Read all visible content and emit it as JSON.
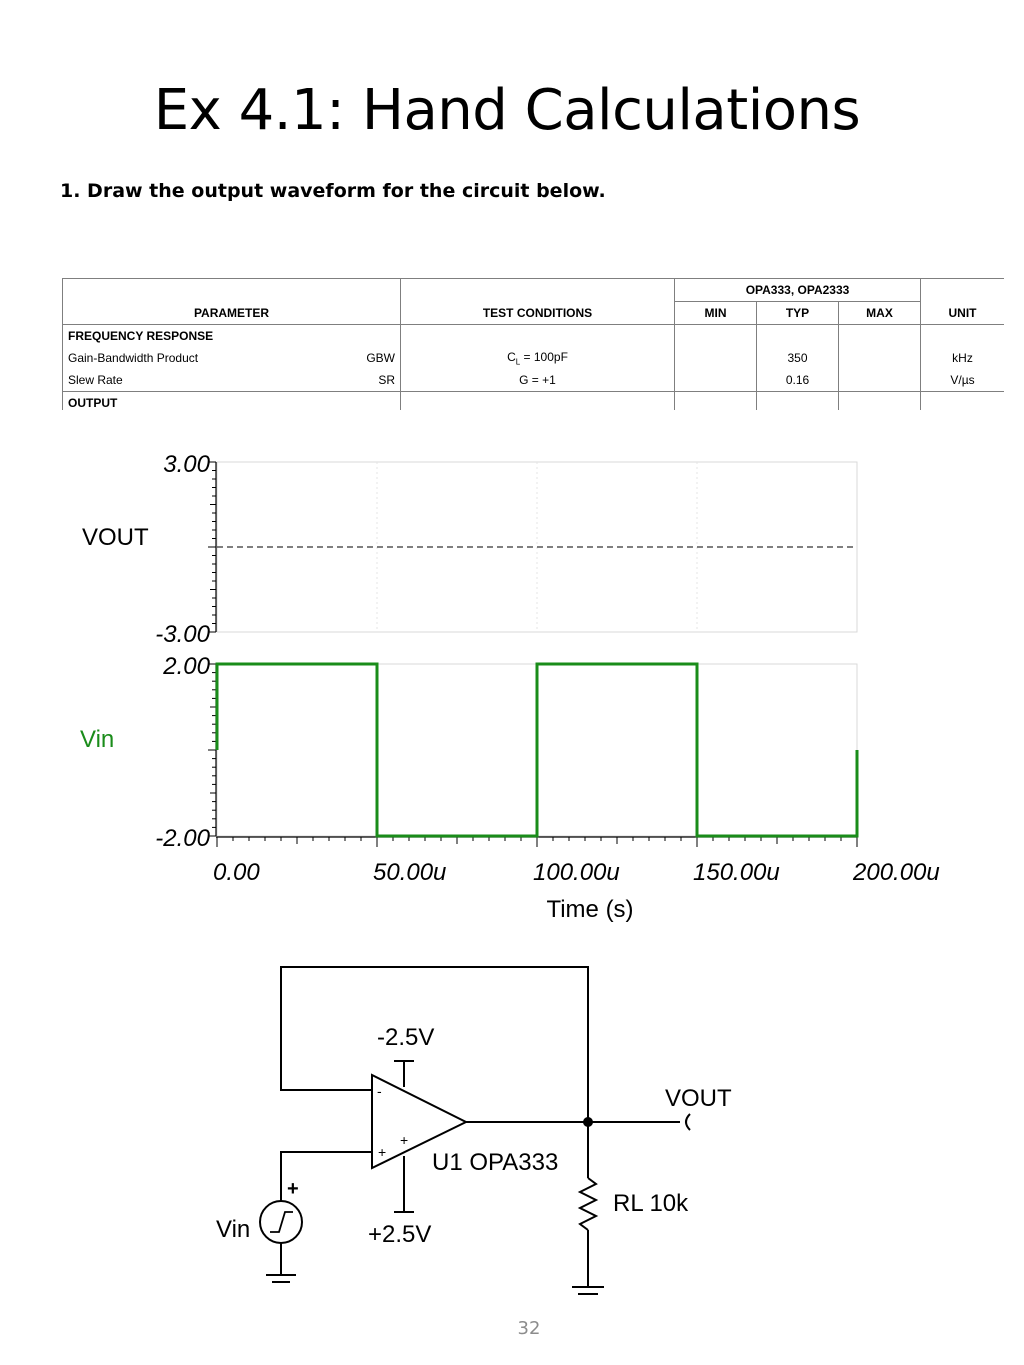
{
  "slide": {
    "title": "Ex 4.1: Hand Calculations",
    "question": "1. Draw the output waveform for the circuit below.",
    "page_number": "32"
  },
  "spec_table": {
    "group_header": "OPA333, OPA2333",
    "headers": {
      "parameter": "PARAMETER",
      "conditions": "TEST CONDITIONS",
      "min": "MIN",
      "typ": "TYP",
      "max": "MAX",
      "unit": "UNIT"
    },
    "section_1": "FREQUENCY RESPONSE",
    "rows": [
      {
        "name": "Gain-Bandwidth Product",
        "symbol": "GBW",
        "condition": "C",
        "condition_sub": "L",
        "condition_rest": " = 100pF",
        "typ": "350",
        "unit": "kHz"
      },
      {
        "name": "Slew Rate",
        "symbol": "SR",
        "condition": "G = +1",
        "typ": "0.16",
        "unit": "V/µs"
      }
    ],
    "section_2": "OUTPUT"
  },
  "chart_data": [
    {
      "type": "line",
      "name": "VOUT",
      "ylabel": "VOUT",
      "ylim": [
        -3.0,
        3.0
      ],
      "ytick_labels": [
        "3.00",
        "-3.00"
      ],
      "series": [
        {
          "name": "VOUT",
          "x": [
            0,
            0.0002
          ],
          "y": [
            0,
            0
          ],
          "style": "dashed",
          "color": "#333333"
        }
      ]
    },
    {
      "type": "line",
      "name": "Vin",
      "ylabel": "Vin",
      "ylabel_color": "#1a8c1a",
      "ylim": [
        -2.0,
        2.0
      ],
      "ytick_labels": [
        "2.00",
        "-2.00"
      ],
      "xlim": [
        0,
        0.0002
      ],
      "xtick_labels": [
        "0.00",
        "50.00u",
        "100.00u",
        "150.00u",
        "200.00u"
      ],
      "xlabel": "Time (s)",
      "series": [
        {
          "name": "Vin",
          "color": "#1a8c1a",
          "x": [
            0,
            0,
            5e-05,
            5e-05,
            0.0001,
            0.0001,
            0.00015,
            0.00015,
            0.0002,
            0.0002
          ],
          "y": [
            0,
            2,
            2,
            -2,
            -2,
            2,
            2,
            -2,
            -2,
            0
          ]
        }
      ]
    }
  ],
  "circuit": {
    "supply_neg": "-2.5V",
    "supply_pos": "+2.5V",
    "opamp_label": "U1 OPA333",
    "output_label": "VOUT",
    "load_label": "RL 10k",
    "source_label": "Vin",
    "minus_sign": "-",
    "plus_sign": "+"
  }
}
